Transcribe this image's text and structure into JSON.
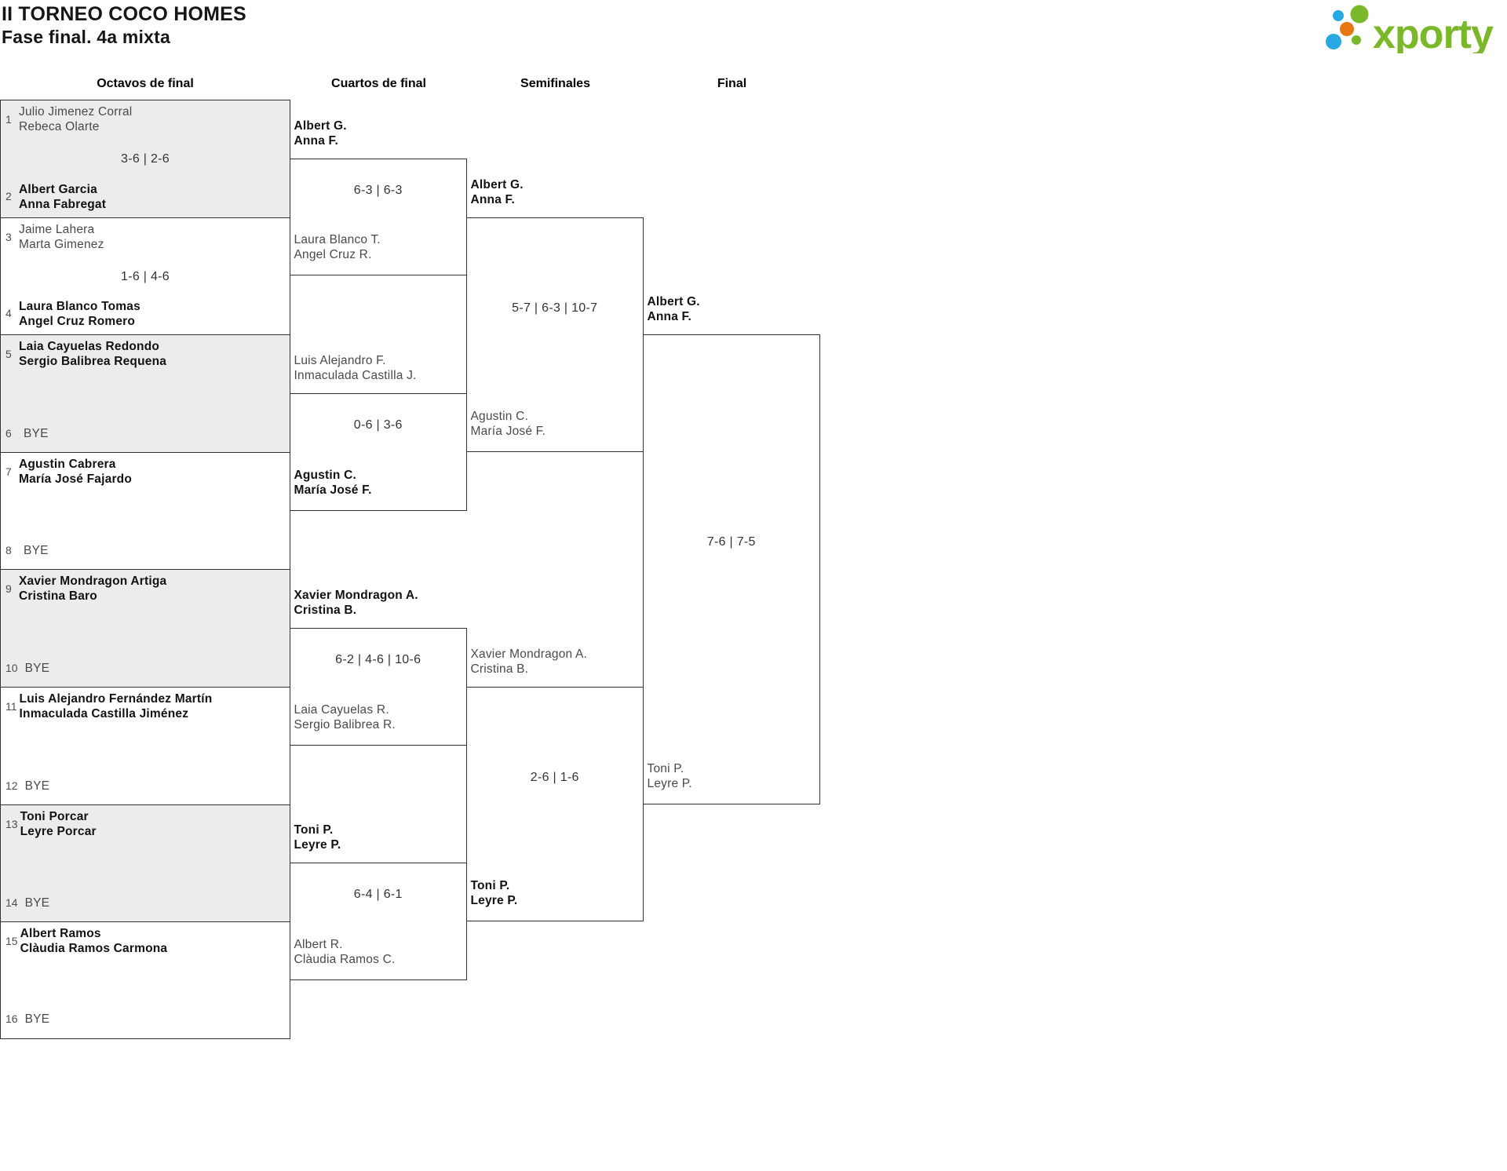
{
  "page": {
    "title_line1": "II TORNEO COCO HOMES",
    "title_line2": "Fase final. 4a mixta"
  },
  "logo": {
    "text": "xporty",
    "green": "#7AB829",
    "blue": "#29A9E1",
    "orange": "#E87711"
  },
  "rounds": {
    "octavos": {
      "header": "Octavos de final",
      "matches": [
        {
          "score": "3-6 | 2-6",
          "top": {
            "seed": "1",
            "line1": "Julio Jimenez Corral",
            "line2": "Rebeca Olarte",
            "result": "loser"
          },
          "bottom": {
            "seed": "2",
            "line1": "Albert Garcia",
            "line2": "Anna Fabregat",
            "result": "winner"
          }
        },
        {
          "score": "1-6 | 4-6",
          "top": {
            "seed": "3",
            "line1": "Jaime Lahera",
            "line2": "Marta Gimenez",
            "result": "loser"
          },
          "bottom": {
            "seed": "4",
            "line1": "Laura Blanco Tomas",
            "line2": "Angel Cruz Romero",
            "result": "winner"
          }
        },
        {
          "score": "",
          "top": {
            "seed": "5",
            "line1": "Laia Cayuelas Redondo",
            "line2": "Sergio Balibrea Requena",
            "result": "winner"
          },
          "bottom": {
            "seed": "6",
            "line1": "BYE",
            "result": "bye"
          }
        },
        {
          "score": "",
          "top": {
            "seed": "7",
            "line1": "Agustin Cabrera",
            "line2": "María José Fajardo",
            "result": "winner"
          },
          "bottom": {
            "seed": "8",
            "line1": "BYE",
            "result": "bye"
          }
        },
        {
          "score": "",
          "top": {
            "seed": "9",
            "line1": "Xavier Mondragon Artiga",
            "line2": "Cristina Baro",
            "result": "winner"
          },
          "bottom": {
            "seed": "10",
            "line1": "BYE",
            "result": "bye"
          }
        },
        {
          "score": "",
          "top": {
            "seed": "11",
            "line1": "Luis Alejandro Fernández Martín",
            "line2": "Inmaculada Castilla Jiménez",
            "result": "winner"
          },
          "bottom": {
            "seed": "12",
            "line1": "BYE",
            "result": "bye"
          }
        },
        {
          "score": "",
          "top": {
            "seed": "13",
            "line1": "Toni Porcar",
            "line2": "Leyre Porcar",
            "result": "winner"
          },
          "bottom": {
            "seed": "14",
            "line1": "BYE",
            "result": "bye"
          }
        },
        {
          "score": "",
          "top": {
            "seed": "15",
            "line1": "Albert Ramos",
            "line2": "Clàudia Ramos Carmona",
            "result": "winner"
          },
          "bottom": {
            "seed": "16",
            "line1": "BYE",
            "result": "bye"
          }
        }
      ]
    },
    "cuartos": {
      "header": "Cuartos de final",
      "matches": [
        {
          "score": "6-3 | 6-3",
          "top": {
            "line1": "Albert G.",
            "line2": "Anna F.",
            "result": "winner"
          },
          "bottom": {
            "line1": "Laura Blanco T.",
            "line2": "Angel Cruz R.",
            "result": "loser"
          }
        },
        {
          "score": "0-6 | 3-6",
          "top": {
            "line1": "Luis Alejandro F.",
            "line2": "Inmaculada Castilla J.",
            "result": "loser"
          },
          "bottom": {
            "line1": "Agustin C.",
            "line2": "María José F.",
            "result": "winner"
          }
        },
        {
          "score": "6-2 | 4-6 | 10-6",
          "top": {
            "line1": "Xavier Mondragon A.",
            "line2": "Cristina B.",
            "result": "winner"
          },
          "bottom": {
            "line1": "Laia Cayuelas R.",
            "line2": "Sergio Balibrea R.",
            "result": "loser"
          }
        },
        {
          "score": "6-4 | 6-1",
          "top": {
            "line1": "Toni P.",
            "line2": "Leyre P.",
            "result": "winner"
          },
          "bottom": {
            "line1": "Albert R.",
            "line2": "Clàudia Ramos C.",
            "result": "loser"
          }
        }
      ]
    },
    "semifinales": {
      "header": "Semifinales",
      "matches": [
        {
          "score": "5-7 | 6-3 | 10-7",
          "top": {
            "line1": "Albert G.",
            "line2": "Anna F.",
            "result": "winner"
          },
          "bottom": {
            "line1": "Agustin C.",
            "line2": "María José F.",
            "result": "loser"
          }
        },
        {
          "score": "2-6 | 1-6",
          "top": {
            "line1": "Xavier Mondragon A.",
            "line2": "Cristina B.",
            "result": "loser"
          },
          "bottom": {
            "line1": "Toni P.",
            "line2": "Leyre P.",
            "result": "winner"
          }
        }
      ]
    },
    "final": {
      "header": "Final",
      "matches": [
        {
          "score": "7-6 | 7-5",
          "top": {
            "line1": "Albert G.",
            "line2": "Anna F.",
            "result": "winner"
          },
          "bottom": {
            "line1": "Toni P.",
            "line2": "Leyre P.",
            "result": "loser"
          }
        }
      ]
    }
  }
}
